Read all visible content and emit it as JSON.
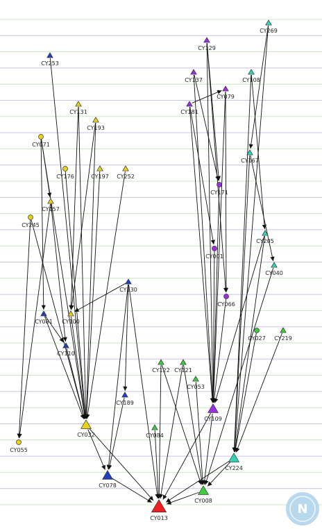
{
  "colors": {
    "background": "#ffffff",
    "band_line_a": "#c8e8c0",
    "band_line_b": "#c8c4e8",
    "navy": "#1f3fbf",
    "yellow": "#e8d21a",
    "purple": "#9a2ee0",
    "teal": "#2ed6b8",
    "green": "#3ccc3c",
    "red": "#ee2020",
    "edge": "#111111",
    "logo": "#b8d8ee"
  },
  "logo": {
    "icon": "network-logo-icon",
    "glyph": "N"
  },
  "nodes": [
    {
      "id": "CY253",
      "shape": "triangle",
      "color": "navy",
      "size": "small"
    },
    {
      "id": "CY131",
      "shape": "triangle",
      "color": "yellow",
      "size": "small"
    },
    {
      "id": "CY193",
      "shape": "triangle",
      "color": "yellow",
      "size": "small"
    },
    {
      "id": "CY071",
      "shape": "circle",
      "color": "yellow",
      "size": "small"
    },
    {
      "id": "CY176",
      "shape": "circle",
      "color": "yellow",
      "size": "small"
    },
    {
      "id": "CY197",
      "shape": "triangle",
      "color": "yellow",
      "size": "small"
    },
    {
      "id": "CY252",
      "shape": "triangle",
      "color": "yellow",
      "size": "small"
    },
    {
      "id": "CY157",
      "shape": "triangle",
      "color": "yellow",
      "size": "small"
    },
    {
      "id": "CY245",
      "shape": "circle",
      "color": "yellow",
      "size": "small"
    },
    {
      "id": "CY081",
      "shape": "triangle",
      "color": "navy",
      "size": "small"
    },
    {
      "id": "CY100",
      "shape": "triangle",
      "color": "yellow",
      "size": "small"
    },
    {
      "id": "CY130",
      "shape": "triangle",
      "color": "navy",
      "size": "small"
    },
    {
      "id": "CY110",
      "shape": "triangle",
      "color": "navy",
      "size": "small"
    },
    {
      "id": "CY055",
      "shape": "circle",
      "color": "yellow",
      "size": "small"
    },
    {
      "id": "CY032",
      "shape": "triangle",
      "color": "yellow",
      "size": "large"
    },
    {
      "id": "CY189",
      "shape": "triangle",
      "color": "navy",
      "size": "small"
    },
    {
      "id": "CY078",
      "shape": "triangle",
      "color": "navy",
      "size": "large"
    },
    {
      "id": "CY084",
      "shape": "triangle",
      "color": "green",
      "size": "small"
    },
    {
      "id": "CY122",
      "shape": "triangle",
      "color": "green",
      "size": "small"
    },
    {
      "id": "CY121",
      "shape": "triangle",
      "color": "green",
      "size": "small"
    },
    {
      "id": "CY053",
      "shape": "triangle",
      "color": "green",
      "size": "small"
    },
    {
      "id": "CY013",
      "shape": "triangle",
      "color": "red",
      "size": "xlarge"
    },
    {
      "id": "CY129",
      "shape": "triangle",
      "color": "purple",
      "size": "small"
    },
    {
      "id": "CY137",
      "shape": "triangle",
      "color": "purple",
      "size": "small"
    },
    {
      "id": "CY181",
      "shape": "triangle",
      "color": "purple",
      "size": "small"
    },
    {
      "id": "CY079",
      "shape": "triangle",
      "color": "purple",
      "size": "small"
    },
    {
      "id": "CY171",
      "shape": "circle",
      "color": "purple",
      "size": "small"
    },
    {
      "id": "CY001",
      "shape": "circle",
      "color": "purple",
      "size": "small"
    },
    {
      "id": "CY066",
      "shape": "circle",
      "color": "purple",
      "size": "small"
    },
    {
      "id": "CY109",
      "shape": "triangle",
      "color": "purple",
      "size": "large"
    },
    {
      "id": "CY269",
      "shape": "triangle",
      "color": "teal",
      "size": "small"
    },
    {
      "id": "CY108",
      "shape": "triangle",
      "color": "teal",
      "size": "small"
    },
    {
      "id": "CY167",
      "shape": "triangle",
      "color": "teal",
      "size": "small"
    },
    {
      "id": "CY205",
      "shape": "triangle",
      "color": "teal",
      "size": "small"
    },
    {
      "id": "CY040",
      "shape": "triangle",
      "color": "teal",
      "size": "small"
    },
    {
      "id": "CY027",
      "shape": "circle",
      "color": "green",
      "size": "small"
    },
    {
      "id": "CY219",
      "shape": "triangle",
      "color": "green",
      "size": "small"
    },
    {
      "id": "CY224",
      "shape": "triangle",
      "color": "teal",
      "size": "large"
    },
    {
      "id": "CY008",
      "shape": "triangle",
      "color": "green",
      "size": "large"
    }
  ],
  "edges": [
    [
      "CY253",
      "CY032"
    ],
    [
      "CY131",
      "CY100"
    ],
    [
      "CY131",
      "CY032"
    ],
    [
      "CY193",
      "CY100"
    ],
    [
      "CY193",
      "CY032"
    ],
    [
      "CY071",
      "CY157"
    ],
    [
      "CY071",
      "CY081"
    ],
    [
      "CY071",
      "CY032"
    ],
    [
      "CY176",
      "CY032"
    ],
    [
      "CY197",
      "CY032"
    ],
    [
      "CY252",
      "CY032"
    ],
    [
      "CY157",
      "CY055"
    ],
    [
      "CY157",
      "CY110"
    ],
    [
      "CY245",
      "CY055"
    ],
    [
      "CY245",
      "CY032"
    ],
    [
      "CY081",
      "CY110"
    ],
    [
      "CY081",
      "CY032"
    ],
    [
      "CY100",
      "CY032"
    ],
    [
      "CY110",
      "CY032"
    ],
    [
      "CY130",
      "CY100"
    ],
    [
      "CY130",
      "CY189"
    ],
    [
      "CY130",
      "CY078"
    ],
    [
      "CY130",
      "CY013"
    ],
    [
      "CY189",
      "CY078"
    ],
    [
      "CY032",
      "CY078"
    ],
    [
      "CY032",
      "CY013"
    ],
    [
      "CY078",
      "CY013"
    ],
    [
      "CY084",
      "CY013"
    ],
    [
      "CY122",
      "CY013"
    ],
    [
      "CY122",
      "CY008"
    ],
    [
      "CY121",
      "CY013"
    ],
    [
      "CY121",
      "CY008"
    ],
    [
      "CY053",
      "CY008"
    ],
    [
      "CY109",
      "CY013"
    ],
    [
      "CY109",
      "CY008"
    ],
    [
      "CY129",
      "CY109"
    ],
    [
      "CY129",
      "CY171"
    ],
    [
      "CY129",
      "CY066"
    ],
    [
      "CY137",
      "CY109"
    ],
    [
      "CY137",
      "CY171"
    ],
    [
      "CY181",
      "CY079"
    ],
    [
      "CY181",
      "CY109"
    ],
    [
      "CY181",
      "CY001"
    ],
    [
      "CY079",
      "CY109"
    ],
    [
      "CY079",
      "CY066"
    ],
    [
      "CY171",
      "CY109"
    ],
    [
      "CY001",
      "CY109"
    ],
    [
      "CY066",
      "CY109"
    ],
    [
      "CY269",
      "CY167"
    ],
    [
      "CY269",
      "CY224"
    ],
    [
      "CY108",
      "CY205"
    ],
    [
      "CY108",
      "CY224"
    ],
    [
      "CY167",
      "CY040"
    ],
    [
      "CY167",
      "CY224"
    ],
    [
      "CY205",
      "CY109"
    ],
    [
      "CY205",
      "CY224"
    ],
    [
      "CY040",
      "CY008"
    ],
    [
      "CY027",
      "CY224"
    ],
    [
      "CY219",
      "CY224"
    ],
    [
      "CY224",
      "CY013"
    ],
    [
      "CY224",
      "CY008"
    ],
    [
      "CY008",
      "CY013"
    ]
  ]
}
